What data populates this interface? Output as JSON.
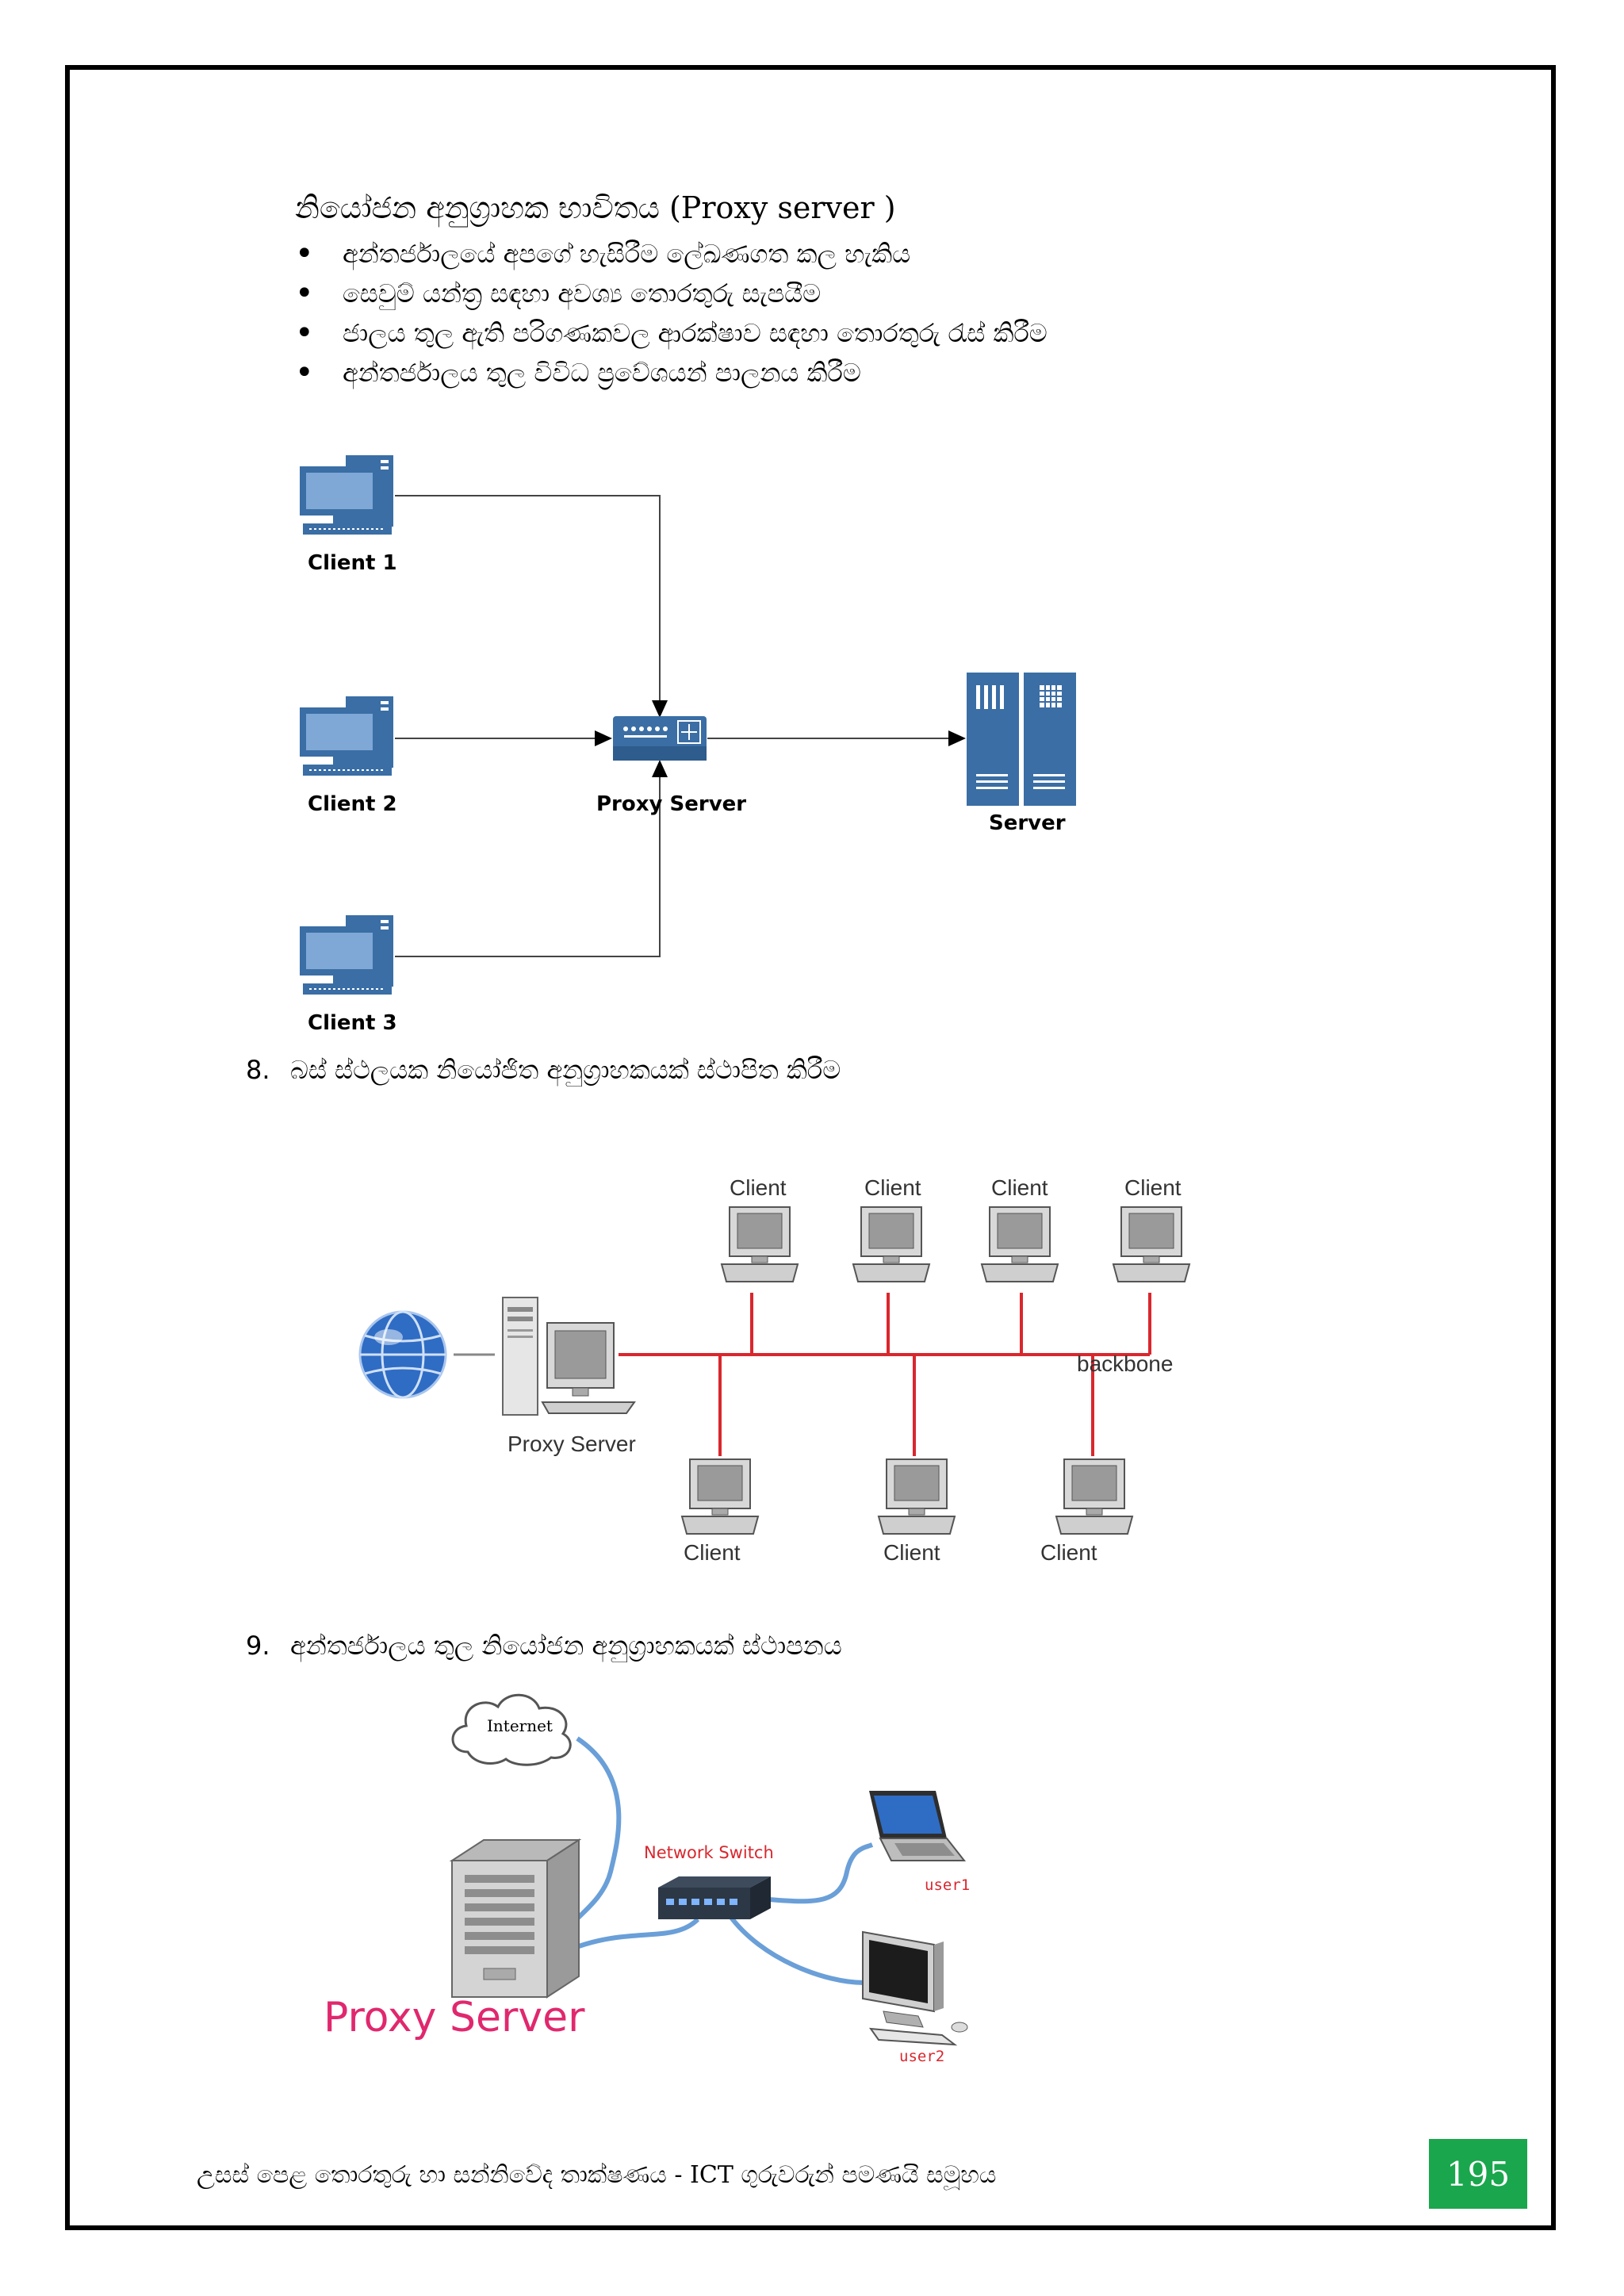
{
  "proxy_section": {
    "heading": "නියෝජන අනුග්‍රාහක භාවිතය (Proxy server )",
    "bullets": [
      "අන්තර්ජාලයේ අපගේ හැසිරීම ලේඛණගත කල හැකිය",
      "සෙවුම් යන්ත්‍ර සඳහා අවශ්‍ය තොරතුරු සැපයීම",
      "ජාලය තුල ඇති පරිගණකවල ආරක්ෂාව සඳහා තොරතුරු රැස් කිරීම",
      "අන්තර්ජාලය තුල විවිධ ප්‍රවේශයන් පාලනය කිරීම"
    ]
  },
  "diagram1": {
    "client1": "Client 1",
    "client2": "Client 2",
    "client3": "Client 3",
    "proxy": "Proxy Server",
    "server": "Server"
  },
  "section8": {
    "number": "8.",
    "title": "බස් ස්ථලයක නියෝජිත අනුග්‍රාහකයක් ස්ථාපිත කිරීම"
  },
  "diagram2": {
    "top_clients": [
      "Client",
      "Client",
      "Client",
      "Client"
    ],
    "bottom_clients": [
      "Client",
      "Client",
      "Client"
    ],
    "backbone": "backbone",
    "proxy": "Proxy Server"
  },
  "section9": {
    "number": "9.",
    "title": "අන්තර්ජාලය තුල නියෝජන අනුග්‍රාහකයක් ස්ථාපනය"
  },
  "diagram3": {
    "internet": "Internet",
    "switch": "Network Switch",
    "user1": "user1",
    "user2": "user2",
    "proxy": "Proxy Server"
  },
  "footer": {
    "text": "උසස් පෙළ තොරතුරු හා සන්නිවේද තාක්ෂණය - ICT ගුරුවරුන් පමණයි සමූහය",
    "page_number": "195"
  },
  "colors": {
    "monitor_blue": "#3a6ea5",
    "backbone_red": "#d9272e",
    "cable_blue": "#6a9fd8",
    "proxy_pink": "#e0286e",
    "page_number_green": "#1aa64d"
  }
}
